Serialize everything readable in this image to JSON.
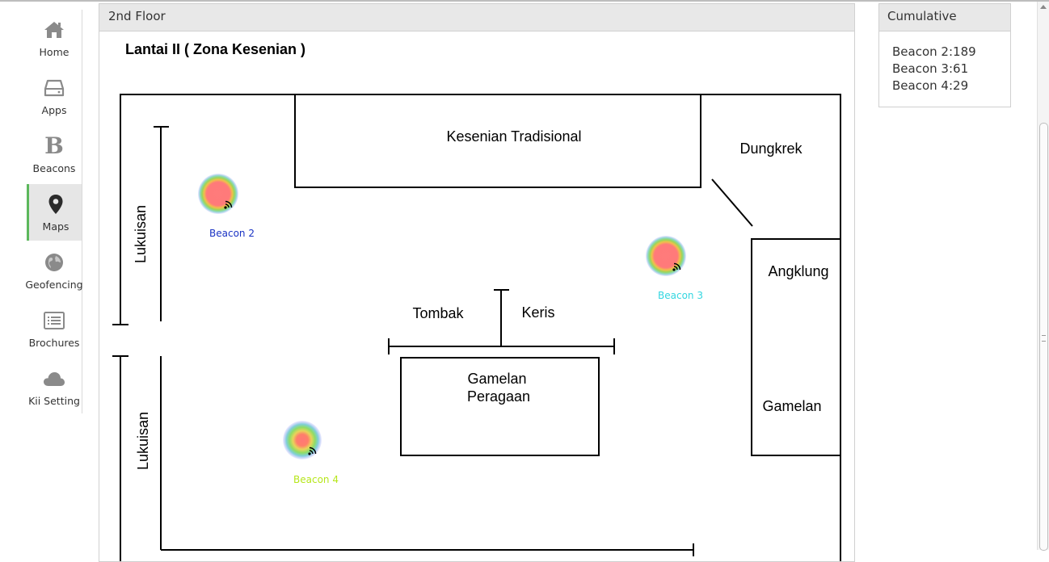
{
  "sidebar": {
    "items": [
      {
        "label": "Home",
        "icon": "home-icon"
      },
      {
        "label": "Apps",
        "icon": "hard-drive-icon"
      },
      {
        "label": "Beacons",
        "icon": "beacon-b-icon",
        "glyph": "B"
      },
      {
        "label": "Maps",
        "icon": "map-marker-icon",
        "active": true
      },
      {
        "label": "Geofencing",
        "icon": "globe-icon"
      },
      {
        "label": "Brochures",
        "icon": "list-icon"
      },
      {
        "label": "Kii Setting",
        "icon": "cloud-icon"
      }
    ],
    "active_color": "#5cb85c"
  },
  "main": {
    "panel_title": "2nd Floor",
    "map": {
      "title": "Lantai II ( Zona Kesenian )",
      "rooms": {
        "kesenian": "Kesenian Tradisional",
        "dungkrek": "Dungkrek",
        "angklung": "Angklung",
        "gamelan": "Gamelan",
        "lukuisan_top": "Lukuisan",
        "lukuisan_bottom": "Lukuisan",
        "tombak": "Tombak",
        "keris": "Keris",
        "gamelan_peragaan_1": "Gamelan",
        "gamelan_peragaan_2": "Peragaan"
      },
      "beacons": [
        {
          "label": "Beacon 2",
          "color": "#1a33c4"
        },
        {
          "label": "Beacon 3",
          "color": "#33d6e0"
        },
        {
          "label": "Beacon 4",
          "color": "#b6e61a"
        }
      ]
    }
  },
  "cumulative": {
    "title": "Cumulative",
    "counts": [
      {
        "name": "Beacon 2",
        "value": "189"
      },
      {
        "name": "Beacon 3",
        "value": "61"
      },
      {
        "name": "Beacon 4",
        "value": "29"
      }
    ]
  }
}
